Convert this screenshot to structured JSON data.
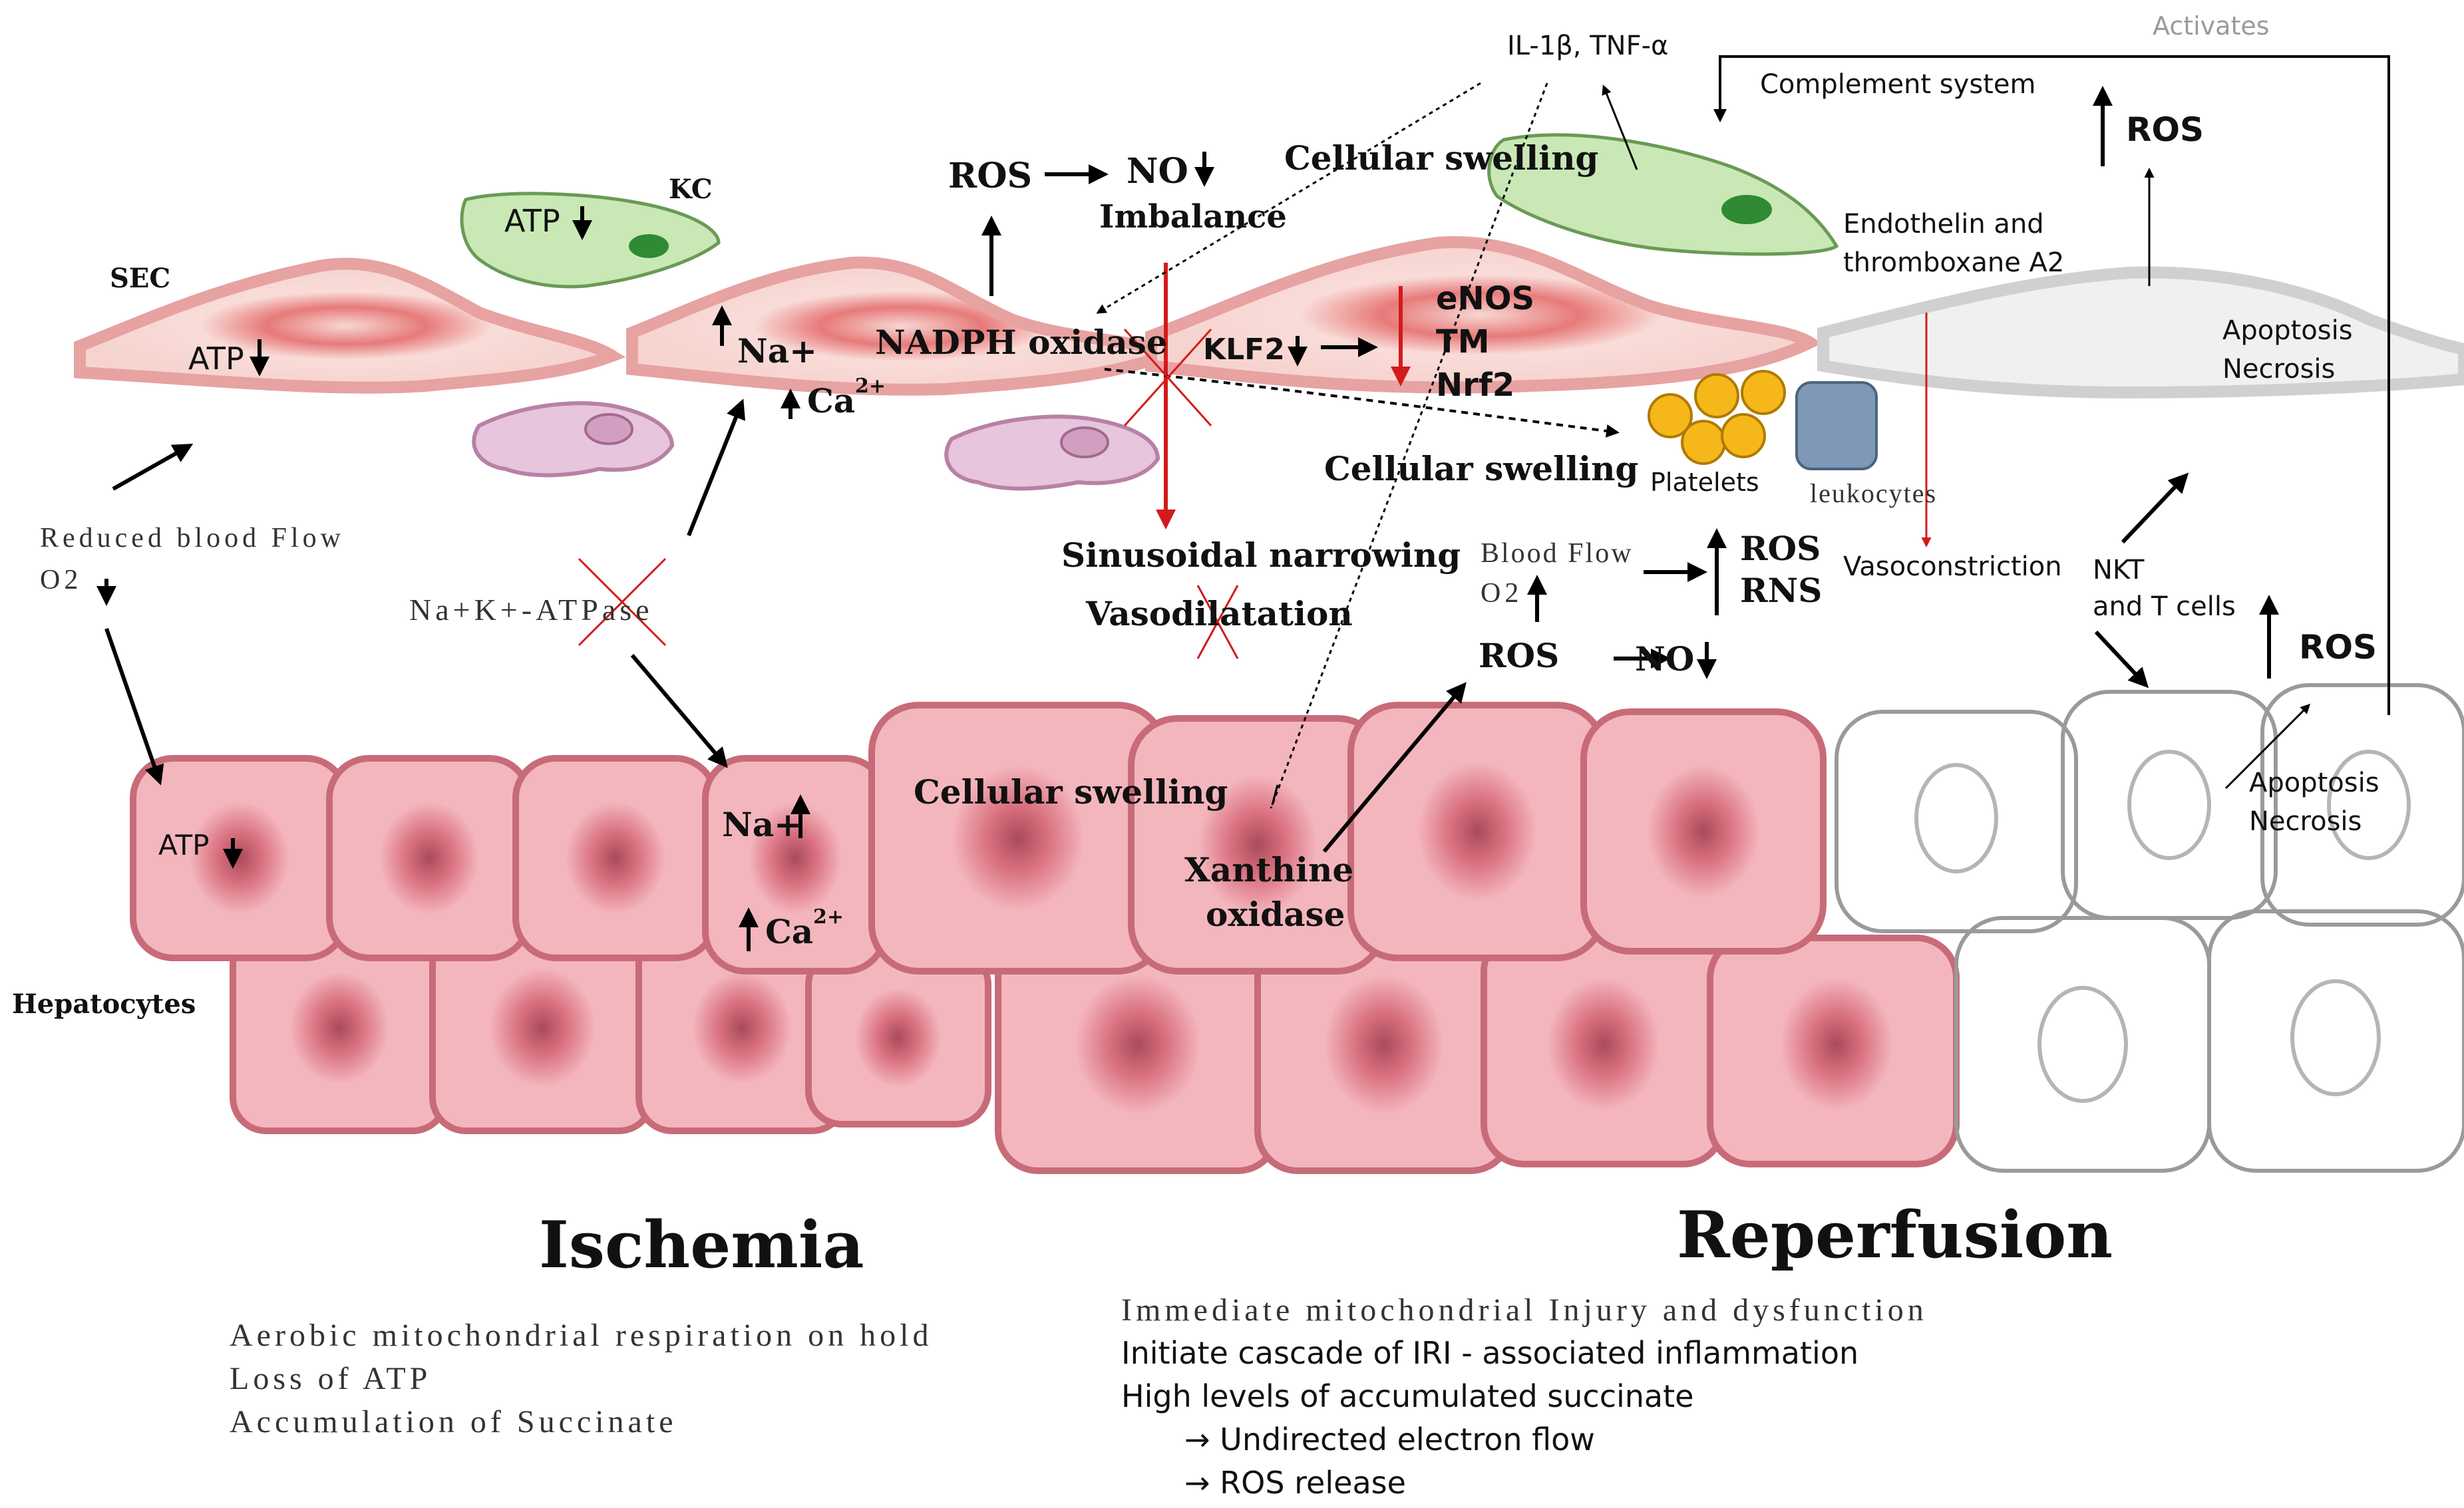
{
  "cells": {
    "sec": "SEC",
    "kc": "KC",
    "hepatocytes": "Hepatocytes"
  },
  "labels": {
    "il1b_tnfa": "IL-1β, TNF-α",
    "activates": "Activates",
    "complement": "Complement system",
    "ros_top_right": "ROS",
    "ros_no_left": "ROS",
    "no_left": "NO",
    "imbalance": "Imbalance",
    "cellular_swelling_kc": "Cellular swelling",
    "endothelin": "Endothelin and",
    "thromboxane": "thromboxane A2",
    "atp_kc": "ATP",
    "atp_sec": "ATP",
    "na_sec": "Na+",
    "ca_sec": "Ca",
    "ca_sup": "2+",
    "nadph": "NADPH oxidase",
    "klf2": "KLF2",
    "enos": "eNOS",
    "tm": "TM",
    "nrf2": "Nrf2",
    "apoptosis_top": "Apoptosis",
    "necrosis_top": "Necrosis",
    "cellular_swelling_mid": "Cellular swelling",
    "platelets": "Platelets",
    "leukocytes": "leukocytes",
    "reduced_flow": "Reduced blood Flow",
    "o2_left": "O2",
    "na_k_atpase": "Na+K+-ATPase",
    "sinusoidal": "Sinusoidal narrowing",
    "vasodilatation": "Vasodilatation",
    "blood_flow": "Blood Flow",
    "o2_mid": "O2",
    "ros_right": "ROS",
    "rns_right": "RNS",
    "vasoconstriction": "Vasoconstriction",
    "nkt": "NKT",
    "t_cells": "and T cells",
    "ros_lower_right": "ROS",
    "ros_mid": "ROS",
    "no_mid": "NO",
    "atp_hep": "ATP",
    "na_hep": "Na+",
    "ca_hep": "Ca",
    "cellular_swelling_hep": "Cellular swelling",
    "xanthine": "Xanthine",
    "oxidase": "oxidase",
    "apoptosis_bottom": "Apoptosis",
    "necrosis_bottom": "Necrosis"
  },
  "ischemia": {
    "title": "Ischemia",
    "lines": [
      "Aerobic mitochondrial respiration on hold",
      "Loss of ATP",
      "Accumulation of Succinate"
    ]
  },
  "reperfusion": {
    "title": "Reperfusion",
    "lines": [
      "Immediate mitochondrial Injury and dysfunction",
      "Initiate cascade of IRI - associated inflammation",
      "High levels of accumulated succinate",
      "→ Undirected electron flow",
      "→ ROS release"
    ]
  },
  "colors": {
    "hepatocyte_fill": "#f4b6bd",
    "hepatocyte_stroke": "#c86b78",
    "nucleus": "#d9707f",
    "sec_fill": "#f6d3cf",
    "kc_fill": "#c9e8b6",
    "kc_nucleus": "#2f8a33",
    "platelet": "#f6b71b",
    "leukocyte": "#7f98b6",
    "red_arrow": "#d41a1a"
  }
}
